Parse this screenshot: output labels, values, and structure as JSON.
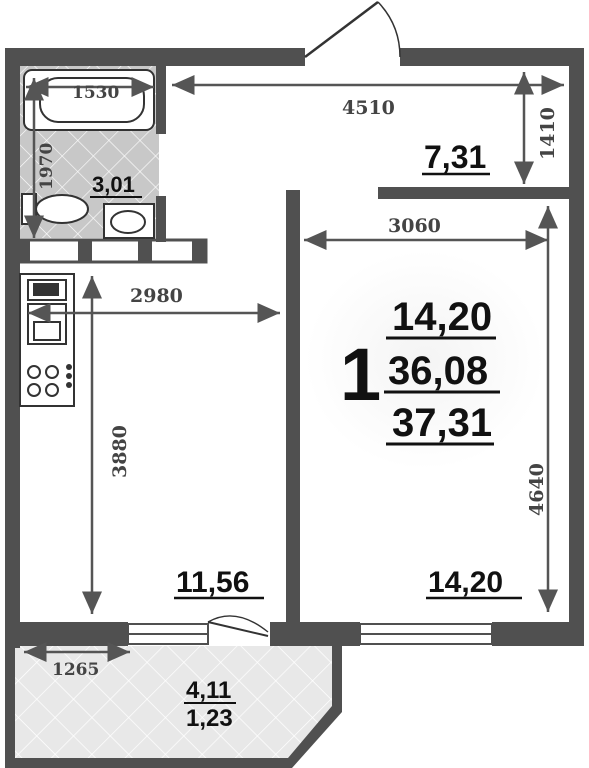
{
  "plan": {
    "room_count": "1",
    "totals": {
      "living_area": "14,20",
      "total_area": "36,08",
      "total_with_balcony": "37,31"
    }
  },
  "rooms": {
    "bathroom_area": "3,01",
    "hall_area": "7,31",
    "kitchen_area": "11,56",
    "living_room_area": "14,20",
    "balcony_area": "4,11",
    "balcony_reduced_area": "1,23"
  },
  "dimensions": {
    "bath_width": "1530",
    "bath_length": "1970",
    "hall_length": "4510",
    "hall_width": "1410",
    "room_width": "3060",
    "room_length": "4640",
    "kitchen_width": "2980",
    "kitchen_length": "3880",
    "balcony_length": "1265"
  },
  "colors": {
    "wall": "#505050",
    "tile_fill": "#c8c8c8",
    "balcony_fill": "#e6e6e6",
    "dimension_line": "#555555"
  }
}
